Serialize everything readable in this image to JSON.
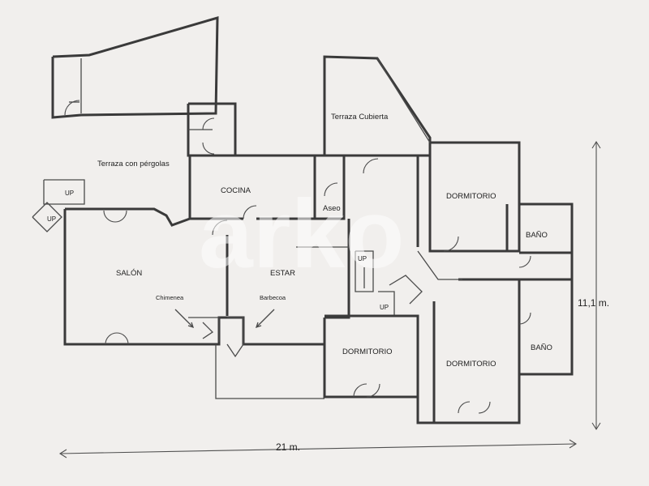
{
  "plan": {
    "rooms": {
      "terraza_pergolas": "Terraza con pérgolas",
      "terraza_cubierta": "Terraza Cubierta",
      "cocina": "COCINA",
      "aseo": "Aseo",
      "dormitorio_1": "DORMITORIO",
      "bano_1": "BAÑO",
      "salon": "SALÓN",
      "estar": "ESTAR",
      "chimenea": "Chimenea",
      "barbecoa": "Barbecoa",
      "dormitorio_2": "DORMITORIO",
      "dormitorio_3": "DORMITORIO",
      "bano_2": "BAÑO"
    },
    "stairs": {
      "up1": "UP",
      "up2": "UP",
      "up3": "UP",
      "up4": "UP"
    },
    "dimensions": {
      "width": "21 m.",
      "height": "11,1 m."
    },
    "watermark": "arko"
  }
}
